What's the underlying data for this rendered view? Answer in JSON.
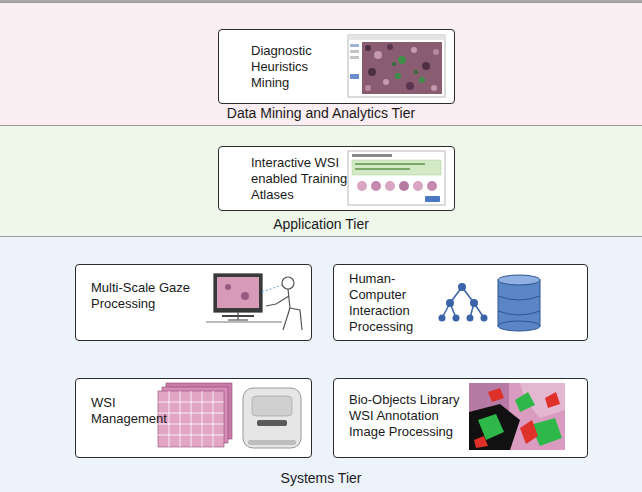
{
  "diagram": {
    "nodes": [
      {
        "text": [
          "Data Mining and Analytics Tier"
        ]
      },
      {
        "text": [
          "Diagnostic Heuristics Mining"
        ],
        "in": 0
      },
      {
        "text": [
          "Application Tier"
        ]
      },
      {
        "text": [
          "Interactive WSI enabled Training Atlases"
        ],
        "in": 2
      },
      {
        "text": [
          "Systems Tier"
        ]
      },
      {
        "text": [
          "Multi-Scale Gaze Processing"
        ],
        "in": 4
      },
      {
        "text": [
          "Human-Computer Interaction Processing"
        ],
        "in": 4
      },
      {
        "text": [
          "WSI Management"
        ],
        "in": 4
      },
      {
        "text": [
          "Bio-Objects Library WSI Annotation Image Processing"
        ],
        "in": 4
      }
    ]
  }
}
